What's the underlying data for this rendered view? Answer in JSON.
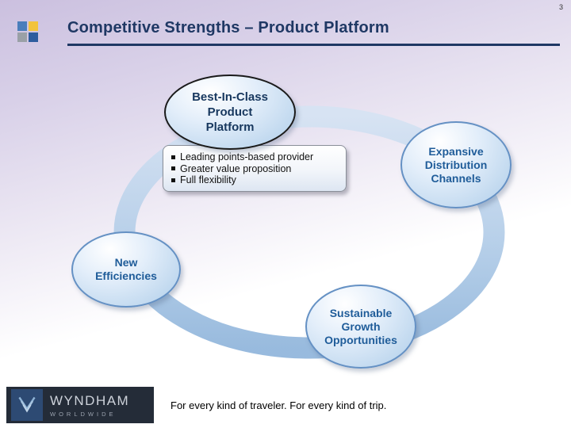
{
  "page_number": "3",
  "header": {
    "title": "Competitive Strengths – Product Platform"
  },
  "diagram": {
    "center_node": {
      "lines": [
        "Best-In-Class",
        "Product",
        "Platform"
      ]
    },
    "callout": {
      "bullets": [
        "Leading points-based provider",
        "Greater value proposition",
        "Full flexibility"
      ]
    },
    "nodes": [
      {
        "lines": [
          "Expansive",
          "Distribution",
          "Channels"
        ]
      },
      {
        "lines": [
          "New",
          "Efficiencies"
        ]
      },
      {
        "lines": [
          "Sustainable",
          "Growth",
          "Opportunities"
        ]
      }
    ]
  },
  "footer": {
    "brand_name": "WYNDHAM",
    "brand_subtitle": "WORLDWIDE",
    "tagline": "For every kind of traveler. For every kind of trip."
  },
  "colors": {
    "title_navy": "#1F3864",
    "node_text_blue": "#1F5C99",
    "ring_blue": "#A9C6E4",
    "footer_bar": "#242C38"
  }
}
